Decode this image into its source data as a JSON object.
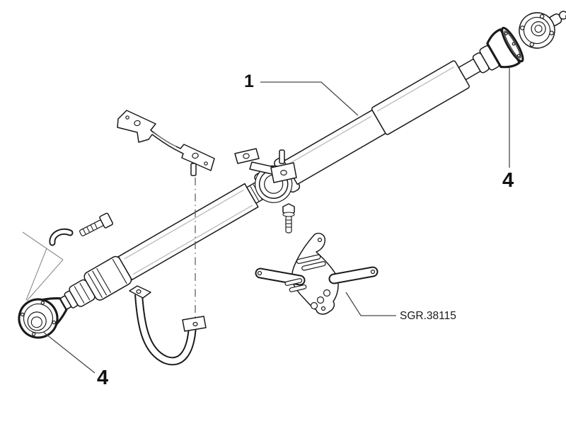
{
  "colors": {
    "background": "#ffffff",
    "line": "#1a1a1a",
    "leader": "#4a4a4a",
    "guide_lines": "#8c8c8c",
    "label_text": "#111111"
  },
  "callouts": [
    {
      "id": "callout-1",
      "label": "1"
    },
    {
      "id": "callout-4-right",
      "label": "4"
    },
    {
      "id": "callout-4-left",
      "label": "4"
    },
    {
      "id": "part-code",
      "label": "SGR.38115"
    }
  ]
}
